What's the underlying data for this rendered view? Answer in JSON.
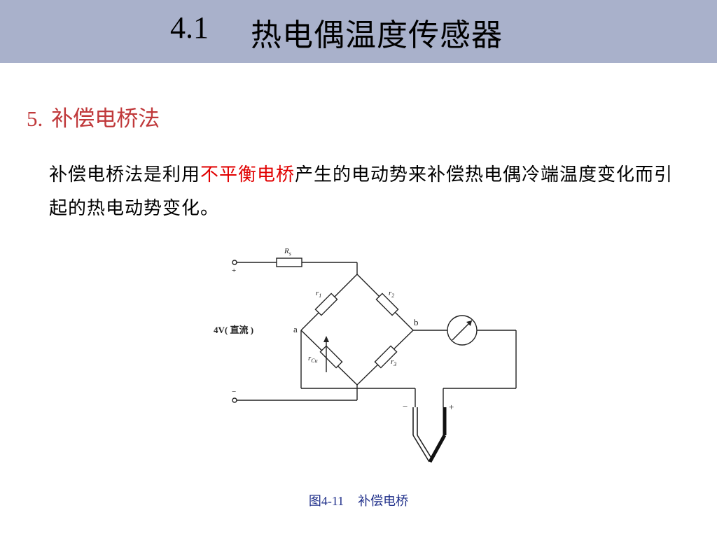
{
  "header": {
    "number": "4.1",
    "title": "热电偶温度传感器"
  },
  "section": {
    "number": "5.",
    "title": "补偿电桥法"
  },
  "paragraph": {
    "part1": "补偿电桥法是利用",
    "highlight": "不平衡电桥",
    "part2": "产生的电动势来补偿热电偶冷端温度变化而引起的热电动势变化。"
  },
  "figure": {
    "labels": {
      "rs": "R",
      "rs_sub": "s",
      "r1": "r",
      "r1_sub": "1",
      "r2": "r",
      "r2_sub": "2",
      "r3": "r",
      "r3_sub": "3",
      "rcu": "r",
      "rcu_sub": "Cu",
      "node_a": "a",
      "node_b": "b",
      "supply": "4V( 直流 )",
      "plus_top": "+",
      "minus_bottom": "−",
      "tc_minus": "−",
      "tc_plus": "+"
    }
  },
  "caption": {
    "number": "图4-11",
    "text": "补偿电桥"
  }
}
